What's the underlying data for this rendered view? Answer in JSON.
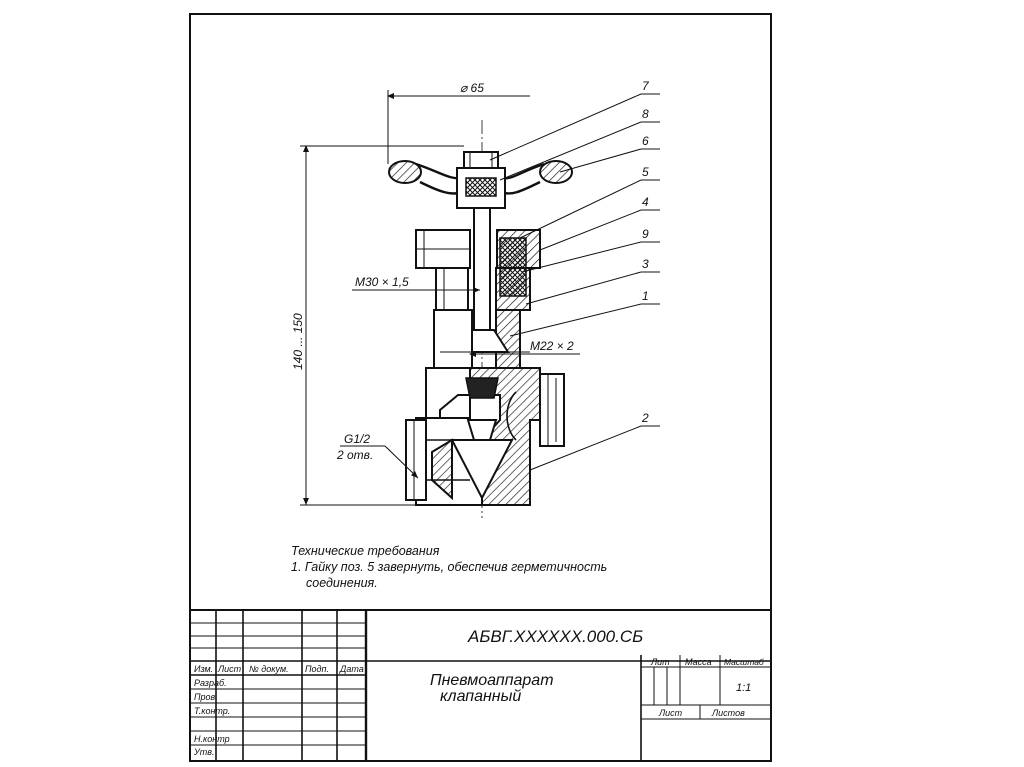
{
  "drawing": {
    "dim_diameter": "⌀ 65",
    "dim_height": "140 ... 150",
    "dim_thread_top": "M30 × 1,5",
    "dim_thread_mid": "M22 × 2",
    "dim_pipe_thread": "G1/2",
    "dim_pipe_holes": "2 отв.",
    "positions": [
      "7",
      "8",
      "6",
      "5",
      "4",
      "9",
      "3",
      "1",
      "2"
    ]
  },
  "requirements": {
    "heading": "Технические требования",
    "item1_line1": "1. Гайку поз. 5 завернуть, обеспечив герметичность",
    "item1_line2": "соединения."
  },
  "title_block": {
    "designation": "АБВГ.XXXXXX.000.СБ",
    "name_line1": "Пневмоаппарат",
    "name_line2": "клапанный",
    "col_izm": "Изм.",
    "col_list": "Лист",
    "col_doc": "№ докум.",
    "col_sign": "Подп.",
    "col_date": "Дата",
    "row_razrab": "Разраб.",
    "row_prov": "Пров.",
    "row_tkontr": "Т.контр.",
    "row_nkontr": "Н.контр",
    "row_utv": "Утв.",
    "lit": "Лит",
    "mass": "Масса",
    "scale_label": "Масштаб",
    "scale_value": "1:1",
    "sheet": "Лист",
    "sheets": "Листов"
  }
}
